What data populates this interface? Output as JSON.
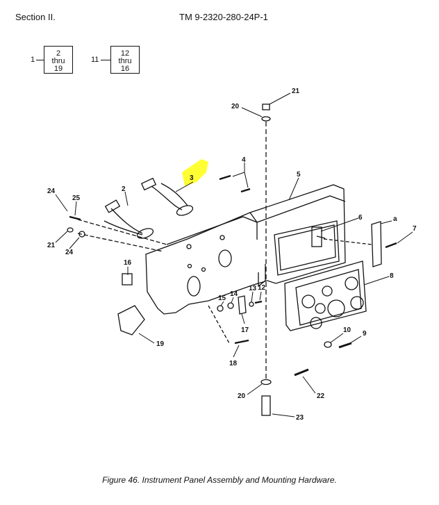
{
  "header": {
    "section": "Section II.",
    "tm_number": "TM 9-2320-280-24P-1"
  },
  "refs": [
    {
      "label": "1",
      "lines": [
        "2",
        "thru",
        "19"
      ]
    },
    {
      "label": "11",
      "lines": [
        "12",
        "thru",
        "16"
      ]
    }
  ],
  "callouts": [
    "21",
    "20",
    "4",
    "5",
    "3",
    "2",
    "24",
    "25",
    "21",
    "24",
    "6",
    "a",
    "7",
    "16",
    "8",
    "15",
    "14",
    "13",
    "12",
    "17",
    "10",
    "9",
    "19",
    "18",
    "20",
    "22",
    "23"
  ],
  "highlight_color": "#ffff33",
  "caption": "Figure 46.  Instrument Panel Assembly and Mounting Hardware."
}
